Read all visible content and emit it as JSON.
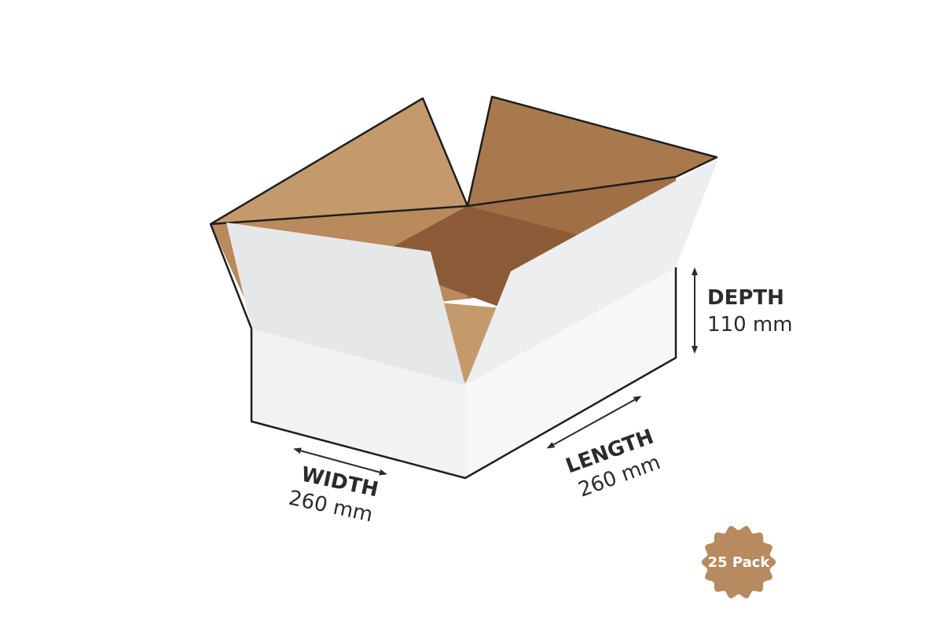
{
  "dimensions": {
    "depth": {
      "label": "DEPTH",
      "value": "110 mm"
    },
    "length": {
      "label": "LENGTH",
      "value": "260 mm"
    },
    "width": {
      "label": "WIDTH",
      "value": "260 mm"
    }
  },
  "badge": {
    "text": "25 Pack"
  },
  "colors": {
    "kraft_light": "#c49a6c",
    "kraft_mid": "#a8794d",
    "kraft_dark": "#8a5b36",
    "white_panel": "#f2f2f2",
    "white_flap": "#e6e7e9",
    "outline": "#1e1e1e",
    "badge": "#b88a60"
  }
}
